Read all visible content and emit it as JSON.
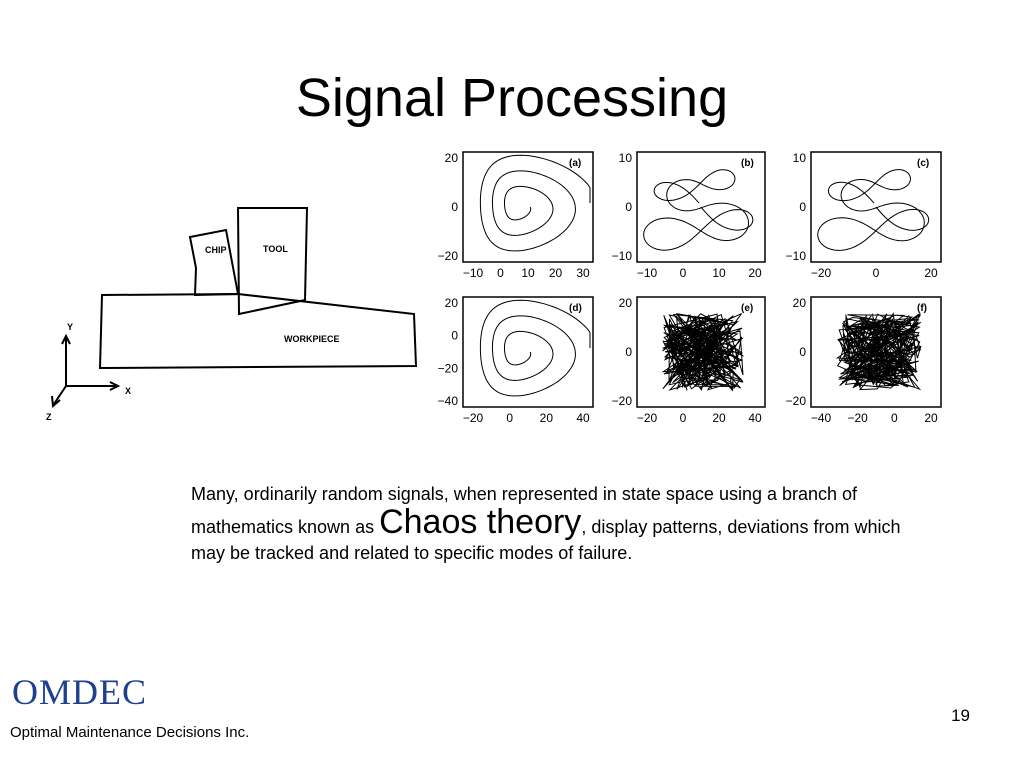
{
  "slide": {
    "title": "Signal Processing",
    "body_pre": "Many, ordinarily random signals, when represented in state space using a branch of mathematics known as ",
    "body_emph": "Chaos theory",
    "body_post": ", display patterns, deviations from which may be tracked and related to specific modes of failure.",
    "page_number": "19"
  },
  "diagram": {
    "chip_label": "CHIP",
    "tool_label": "TOOL",
    "workpiece_label": "WORKPIECE",
    "axis_y": "Y",
    "axis_x": "X",
    "axis_z": "Z"
  },
  "footer": {
    "logo_text": "OMDEC",
    "company": "Optimal Maintenance Decisions Inc.",
    "logo_color": "#1f3f8f"
  },
  "plots": [
    {
      "tag": "(a)",
      "x_ticks": [
        "−10",
        "0",
        "10",
        "20",
        "30"
      ],
      "y_ticks": [
        "20",
        "0",
        "−20"
      ]
    },
    {
      "tag": "(b)",
      "x_ticks": [
        "−10",
        "0",
        "10",
        "20"
      ],
      "y_ticks": [
        "10",
        "0",
        "−10"
      ]
    },
    {
      "tag": "(c)",
      "x_ticks": [
        "−20",
        "0",
        "20"
      ],
      "y_ticks": [
        "10",
        "0",
        "−10"
      ]
    },
    {
      "tag": "(d)",
      "x_ticks": [
        "−20",
        "0",
        "20",
        "40"
      ],
      "y_ticks": [
        "20",
        "0",
        "−20",
        "−40"
      ]
    },
    {
      "tag": "(e)",
      "x_ticks": [
        "−20",
        "0",
        "20",
        "40"
      ],
      "y_ticks": [
        "20",
        "0",
        "−20"
      ]
    },
    {
      "tag": "(f)",
      "x_ticks": [
        "−40",
        "−20",
        "0",
        "20"
      ],
      "y_ticks": [
        "20",
        "0",
        "−20"
      ]
    }
  ]
}
